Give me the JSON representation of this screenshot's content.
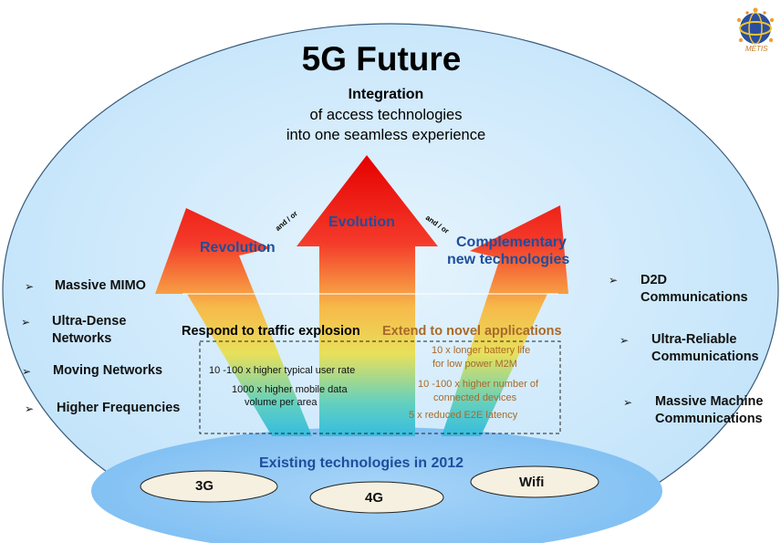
{
  "title": "5G Future",
  "subtitle": {
    "line1": "Integration",
    "line2": "of access technologies",
    "line3": "into one seamless experience"
  },
  "logo": {
    "label": "METIS"
  },
  "arrows": {
    "left": "Revolution",
    "center": "Evolution",
    "right_line1": "Complementary",
    "right_line2": "new technologies",
    "connector_left": "and / or",
    "connector_right": "and / or"
  },
  "headings": {
    "traffic": "Respond to traffic explosion",
    "novel": "Extend to novel applications"
  },
  "traffic_stats": [
    "10 -100 x higher typical user rate",
    "1000 x higher mobile data",
    "volume per area"
  ],
  "novel_stats": [
    "10 x longer battery life",
    "for low power M2M",
    "10 -100 x higher number of",
    "connected devices",
    "5 x reduced E2E latency"
  ],
  "left_list": [
    {
      "bullet": "➢",
      "line1": "Massive MIMO",
      "line2": ""
    },
    {
      "bullet": "➢",
      "line1": "Ultra-Dense",
      "line2": "Networks"
    },
    {
      "bullet": "➢",
      "line1": "Moving Networks",
      "line2": ""
    },
    {
      "bullet": "➢",
      "line1": "Higher Frequencies",
      "line2": ""
    }
  ],
  "right_list": [
    {
      "bullet": "➢",
      "line1": "D2D",
      "line2": "Communications"
    },
    {
      "bullet": "➢",
      "line1": "Ultra-Reliable",
      "line2": "Communications"
    },
    {
      "bullet": "➢",
      "line1": "Massive Machine",
      "line2": "Communications"
    }
  ],
  "existing": {
    "title": "Existing technologies in 2012",
    "tech": [
      "3G",
      "4G",
      "Wifi"
    ]
  },
  "colors": {
    "sky": "#cfe9fb",
    "base_ellipse": "#8cc6f6",
    "heading_blue": "#1f4e9c",
    "novel_orange": "#a8692a",
    "arrow_top": "#e60000",
    "arrow_mid": "#f4d03f",
    "arrow_bottom": "#2ab8e8"
  }
}
